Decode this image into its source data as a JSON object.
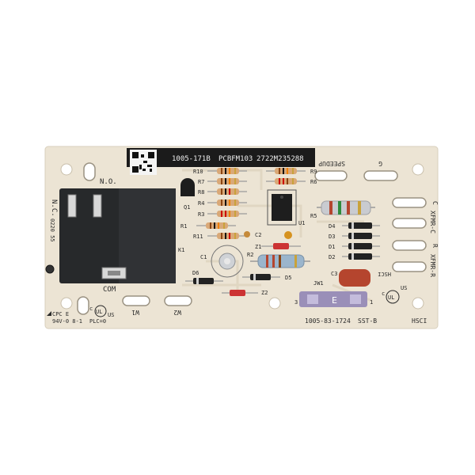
{
  "board": {
    "part_number": "1005-171B",
    "pcb_code": "PCBFM103",
    "serial": "2722M235288",
    "assembly_number": "1005-83-1724",
    "model": "SST-B",
    "hsci": "HSCI",
    "hsci_flipped": "HSCI",
    "vendor": "CPC E",
    "rating": "94V-0 8-1",
    "plc": "PLC=0",
    "ul_mark": "UL",
    "ul_us": "US",
    "ul_c": "c",
    "date_code": "0220 55"
  },
  "terminals": {
    "no": "N.O.",
    "nc": "N.C.",
    "com": "COM",
    "w1": "W1",
    "w2": "W2",
    "speedup": "SPEEDUP",
    "g": "G",
    "c": "C",
    "xfmr_c": "XFMR-C",
    "r": "R",
    "xfmr_r": "XFMR-R"
  },
  "designators": {
    "r10": "R10",
    "r7": "R7",
    "r8": "R8",
    "r6": "R6",
    "r4": "R4",
    "r3": "R3",
    "r1": "R1",
    "r11": "R11",
    "r9": "R9",
    "r5": "R5",
    "r2": "R2",
    "q1": "Q1",
    "u1": "U1",
    "k1": "K1",
    "c1": "C1",
    "c2": "C2",
    "c3": "C3",
    "d1": "D1",
    "d2": "D2",
    "d3": "D3",
    "d4": "D4",
    "d5": "D5",
    "d6": "D6",
    "z1": "Z1",
    "z2": "Z2",
    "jw1": "JW1",
    "jumper_letter": "E",
    "pin_left": "3",
    "pin_right": "1"
  },
  "colors": {
    "pcb": "#ece4d4",
    "relay": "#27292b",
    "label_band": "#1b1b1b",
    "jumper": "#9a8fb8",
    "film_cap": "#b5452e"
  }
}
